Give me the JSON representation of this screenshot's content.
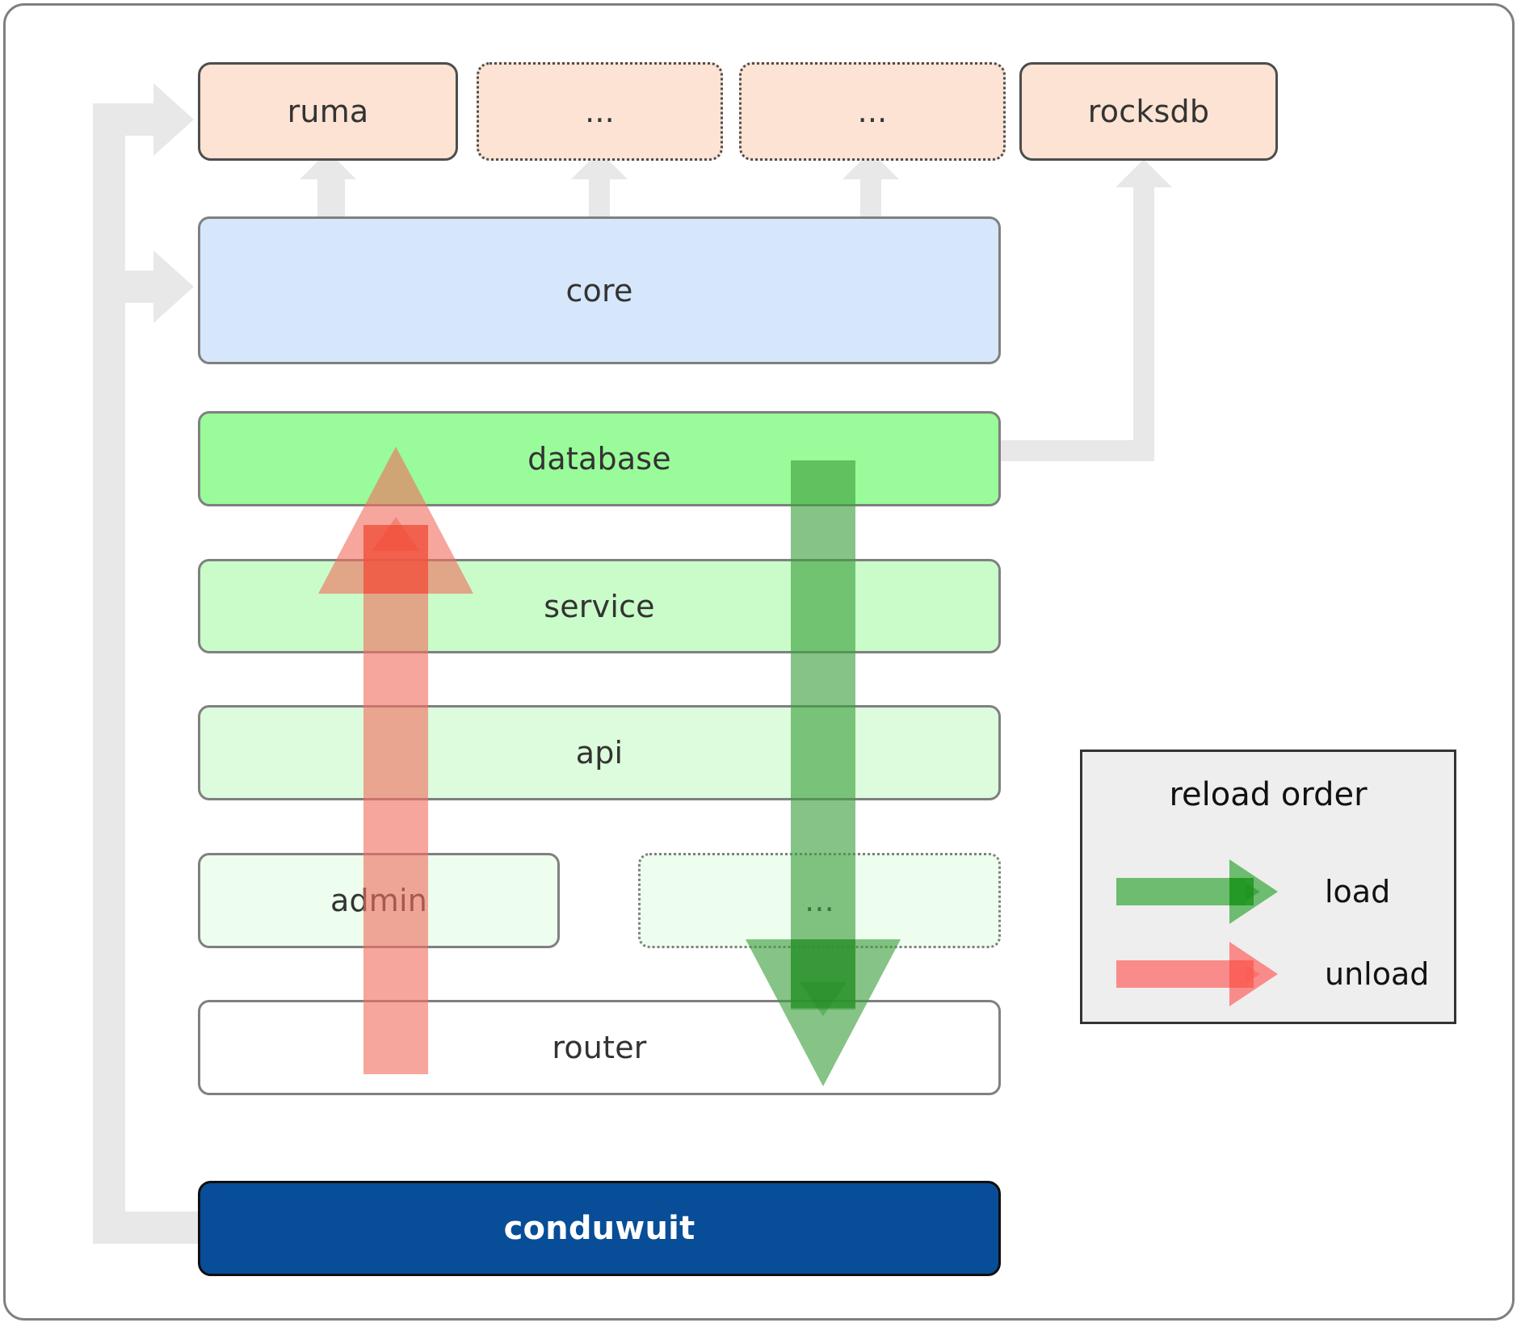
{
  "diagram": {
    "title": "conduwuit crate layering / reload order",
    "colors": {
      "dependency_fill": "#fce3d3",
      "dependency_stroke": "#4d4d4d",
      "core_fill": "#d6e7fb",
      "database_fill": "#99fb99",
      "service_fill": "#c9fcc9",
      "api_fill": "#ddfbdd",
      "admin_fill": "#edfdee",
      "router_fill": "#ffffff",
      "main_fill": "#084d97",
      "layer_stroke": "#808080",
      "connector_gray": "#e8e8e8",
      "load_green": "#55a css",
      "load_arrow": "#4caf50",
      "unload_arrow": "#f98080",
      "legend_bg": "#eeeeee",
      "frame_stroke": "#7f7f7f"
    },
    "dependencies": [
      {
        "id": "ruma",
        "label": "ruma",
        "style": "solid"
      },
      {
        "id": "dots1",
        "label": "...",
        "style": "dotted"
      },
      {
        "id": "dots2",
        "label": "...",
        "style": "dotted"
      },
      {
        "id": "rocksdb",
        "label": "rocksdb",
        "style": "solid"
      }
    ],
    "layers": [
      {
        "id": "core",
        "label": "core",
        "style": "solid"
      },
      {
        "id": "database",
        "label": "database",
        "style": "solid"
      },
      {
        "id": "service",
        "label": "service",
        "style": "solid"
      },
      {
        "id": "api",
        "label": "api",
        "style": "solid"
      },
      {
        "id": "admin",
        "label": "admin",
        "style": "solid"
      },
      {
        "id": "dots3",
        "label": "...",
        "style": "dotted"
      },
      {
        "id": "router",
        "label": "router",
        "style": "solid"
      }
    ],
    "main": {
      "id": "conduwuit",
      "label": "conduwuit"
    },
    "legend": {
      "title": "reload order",
      "entries": [
        {
          "id": "load",
          "label": "load",
          "color": "#4caf50"
        },
        {
          "id": "unload",
          "label": "unload",
          "color": "#f98080"
        }
      ]
    },
    "flows": [
      {
        "id": "unload-flow",
        "label": "unload",
        "direction": "up",
        "from": "router",
        "to": "database",
        "color": "#f98080"
      },
      {
        "id": "load-flow",
        "label": "load",
        "direction": "down",
        "from": "database",
        "to": "router",
        "color": "#4caf50"
      }
    ]
  }
}
